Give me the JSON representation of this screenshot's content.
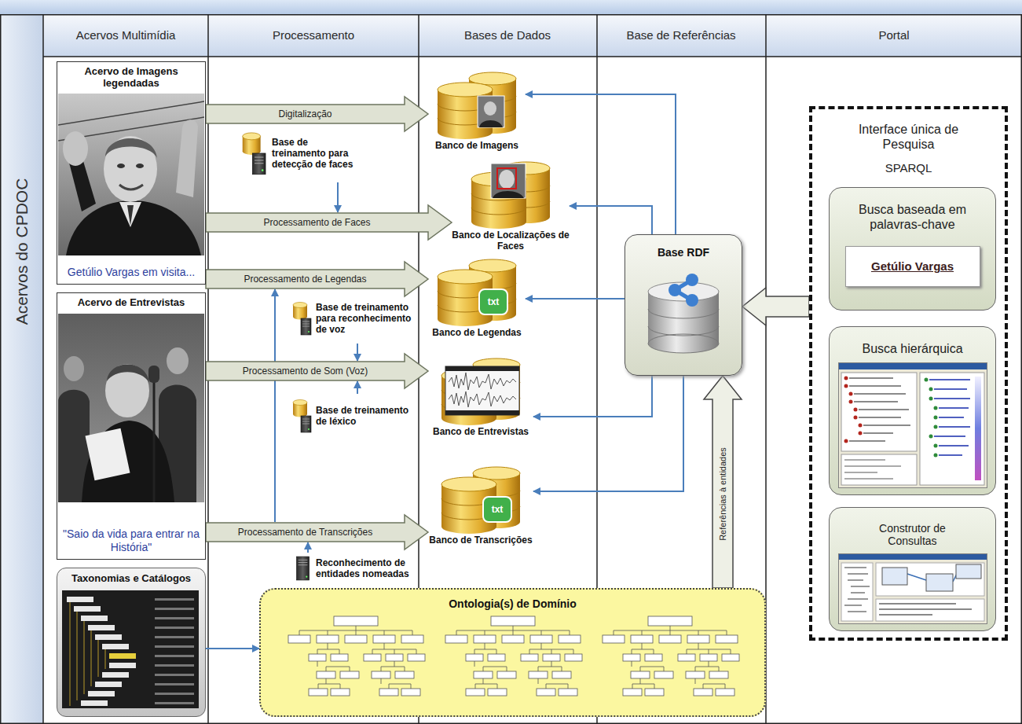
{
  "diagram": {
    "nodes": [
      {
        "text": [
          "Acervo de Imagens legendadas",
          "Getúlio Vargas em visita..."
        ]
      },
      {
        "text": [
          "Acervo de Entrevistas",
          "\"Saio da vida para entrar na História\""
        ]
      },
      {
        "text": [
          "Taxonomias e Catálogos"
        ]
      },
      {
        "text": [
          "Base de treinamento para detecção de faces"
        ]
      },
      {
        "text": [
          "Base de treinamento para reconhecimento de voz"
        ]
      },
      {
        "text": [
          "Base de treinamento de léxico"
        ]
      },
      {
        "text": [
          "Reconhecimento de entidades nomeadas"
        ]
      },
      {
        "text": [
          "Banco de Imagens"
        ]
      },
      {
        "text": [
          "Banco de Localizações de Faces"
        ]
      },
      {
        "text": [
          "Banco de Legendas"
        ]
      },
      {
        "text": [
          "Banco de Entrevistas"
        ]
      },
      {
        "text": [
          "Banco de Transcrições"
        ]
      },
      {
        "text": [
          "Base RDF"
        ]
      },
      {
        "text": [
          "Ontologia(s) de Domínio"
        ]
      },
      {
        "text": [
          "Interface única de Pesquisa",
          "SPARQL"
        ]
      },
      {
        "text": [
          "Busca baseada em palavras-chave",
          "Getúlio Vargas"
        ],
        "in": 14
      },
      {
        "text": [
          "Busca hierárquica"
        ],
        "in": 14
      },
      {
        "text": [
          "Construtor de Consultas"
        ],
        "in": 14
      }
    ],
    "edges": [
      {
        "from": 0,
        "to": 7,
        "arrow": "to",
        "label": "Digitalização"
      },
      {
        "from": 0,
        "to": 8,
        "arrow": "to",
        "label": "Processamento de Faces"
      },
      {
        "from": 0,
        "to": 9,
        "arrow": "to",
        "label": "Processamento de Legendas"
      },
      {
        "from": 1,
        "to": 10,
        "arrow": "to",
        "label": "Processamento de Som (Voz)"
      },
      {
        "from": 1,
        "to": 11,
        "arrow": "to",
        "label": "Processamento de Transcrições"
      },
      {
        "from": 12,
        "to": 7,
        "arrow": "to"
      },
      {
        "from": 12,
        "to": 8,
        "arrow": "to"
      },
      {
        "from": 12,
        "to": 9,
        "arrow": "to"
      },
      {
        "from": 12,
        "to": 10,
        "arrow": "to"
      },
      {
        "from": 12,
        "to": 11,
        "arrow": "to"
      },
      {
        "from": 2,
        "to": 13,
        "arrow": "to"
      },
      {
        "from": 13,
        "to": 12,
        "arrow": "to",
        "label": "Referências à entidades"
      },
      {
        "from": 14,
        "to": 12,
        "arrow": "to"
      }
    ],
    "labels": [
      "Acervos Multimídia",
      "Processamento",
      "Bases de Dados",
      "Base de Referências",
      "Portal",
      "Acervos do CPDOC",
      "txt",
      "txt"
    ]
  }
}
